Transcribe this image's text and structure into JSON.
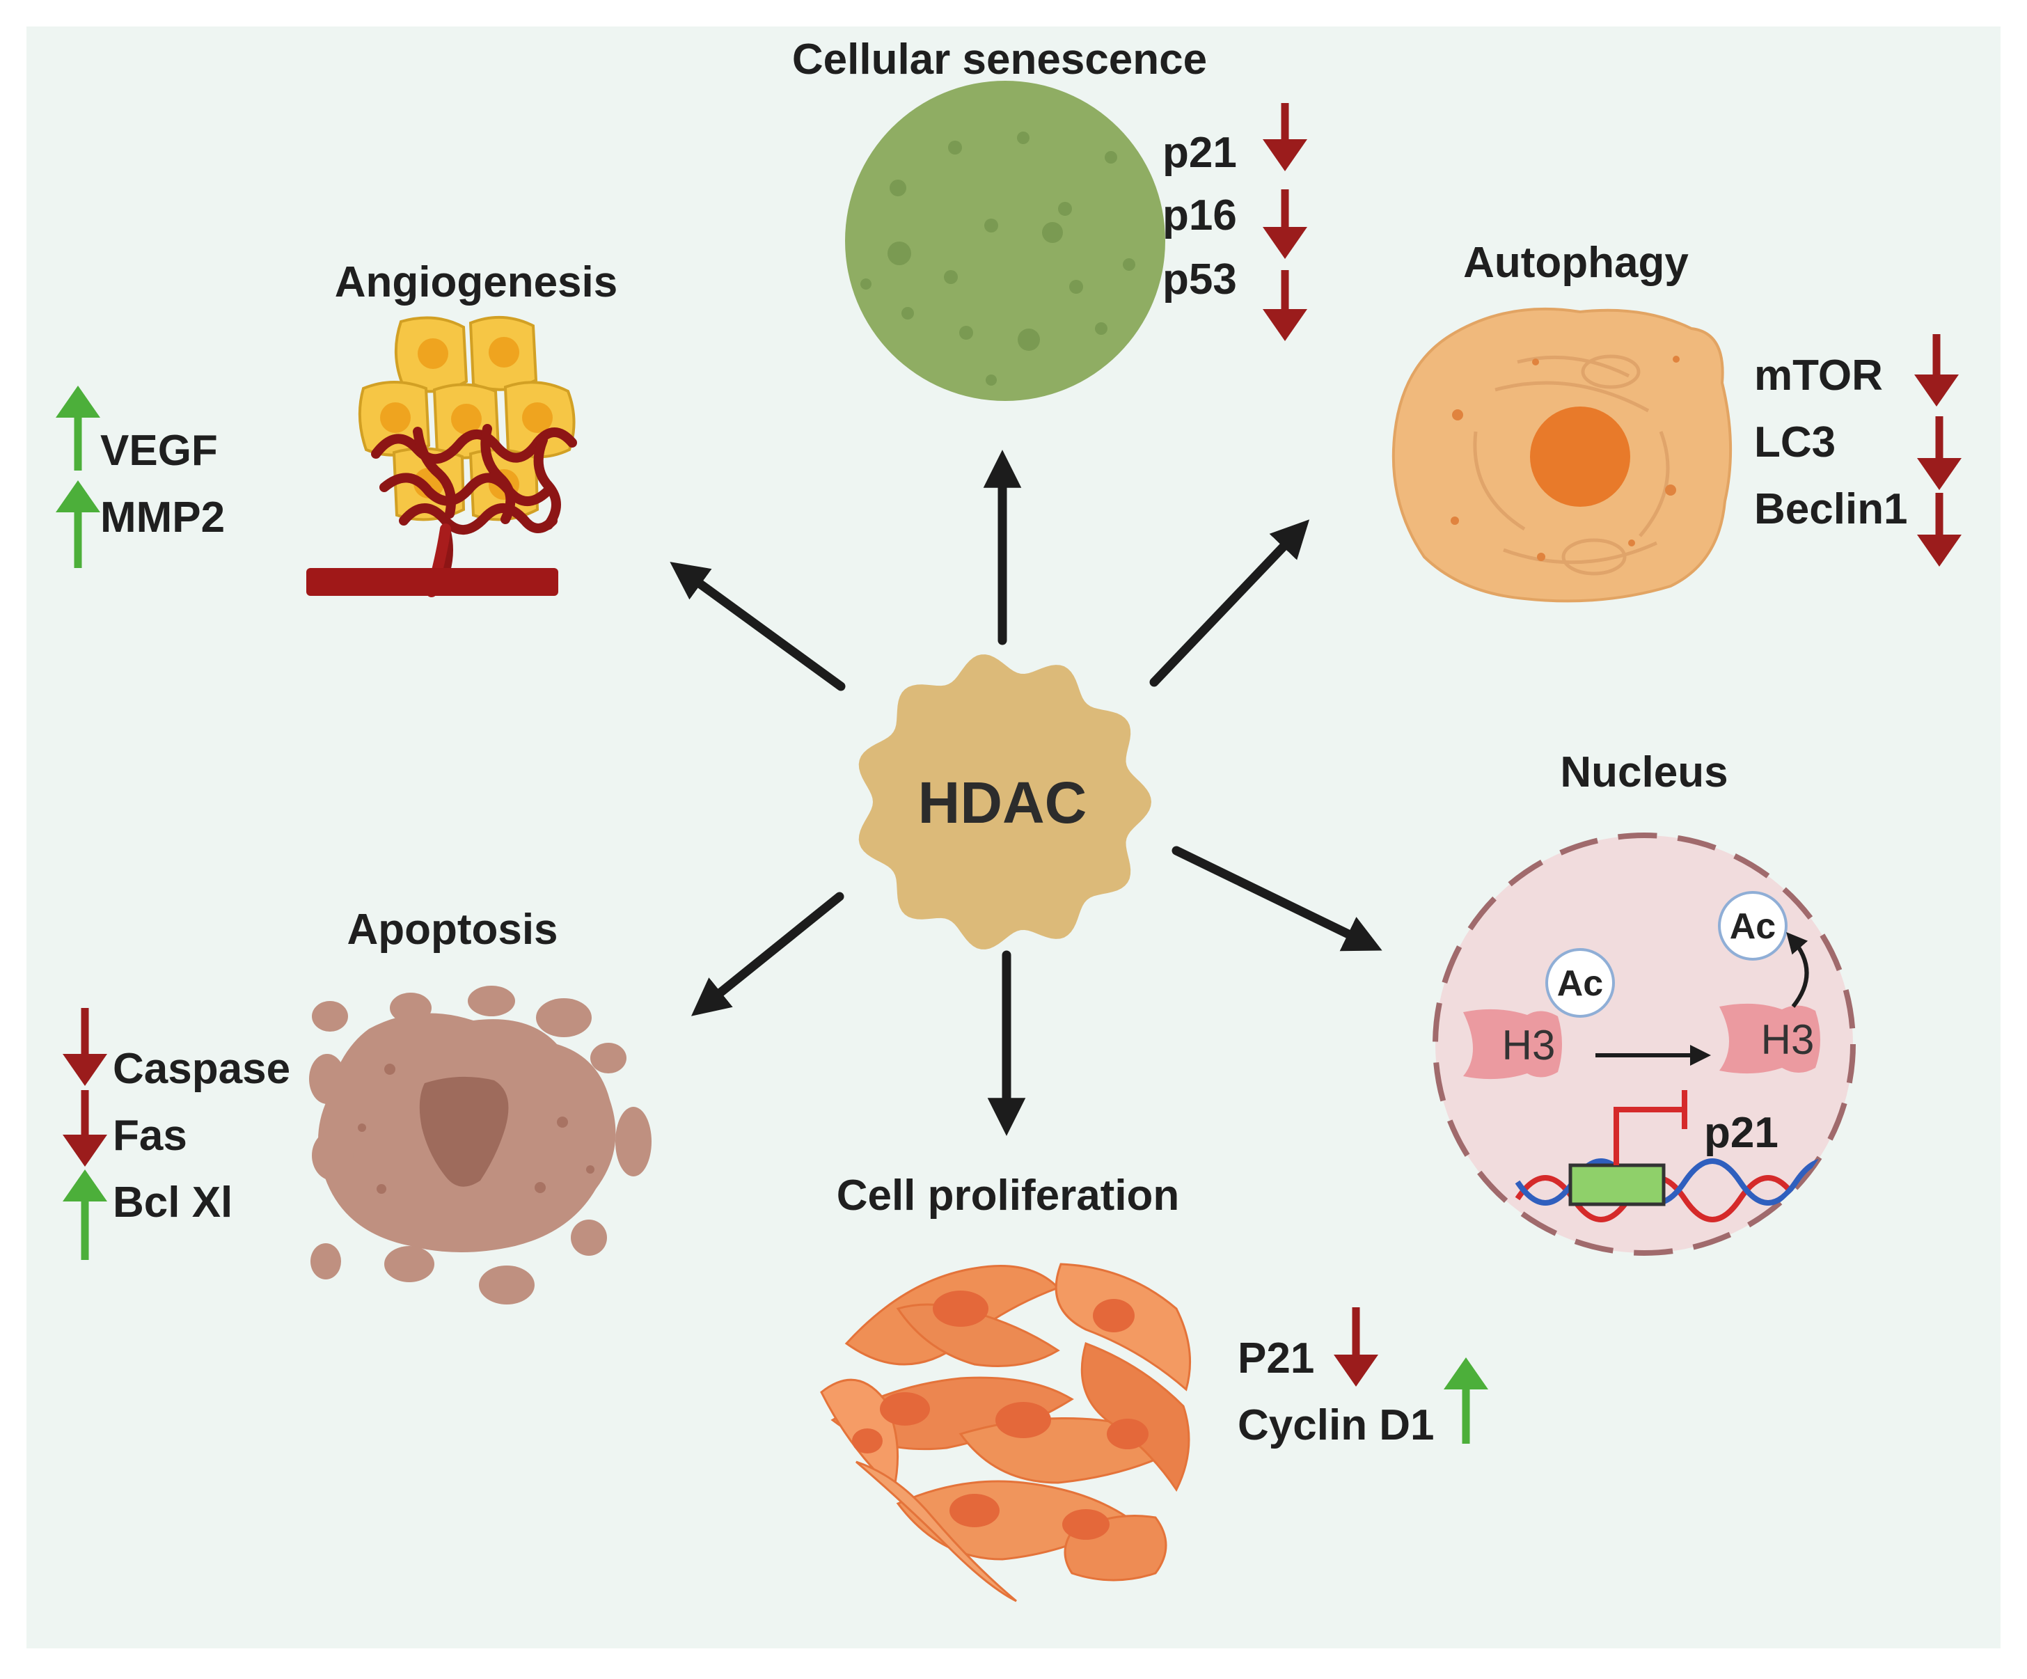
{
  "center": {
    "label": "HDAC"
  },
  "colors": {
    "background": "#eef5f2",
    "up_arrow": "#4caf3a",
    "down_arrow": "#9b1c1c",
    "connector": "#1c1c1c"
  },
  "processes": {
    "senescence": {
      "title": "Cellular senescence",
      "markers": [
        {
          "label": "p21",
          "direction": "down"
        },
        {
          "label": "p16",
          "direction": "down"
        },
        {
          "label": "p53",
          "direction": "down"
        }
      ]
    },
    "angiogenesis": {
      "title": "Angiogenesis",
      "markers": [
        {
          "label": "VEGF",
          "direction": "up"
        },
        {
          "label": "MMP2",
          "direction": "up"
        }
      ]
    },
    "autophagy": {
      "title": "Autophagy",
      "markers": [
        {
          "label": "mTOR",
          "direction": "down"
        },
        {
          "label": "LC3",
          "direction": "down"
        },
        {
          "label": "Beclin1",
          "direction": "down"
        }
      ]
    },
    "nucleus": {
      "title": "Nucleus",
      "acetyl_label": "Ac",
      "histone_label": "H3",
      "gene_label": "p21"
    },
    "apoptosis": {
      "title": "Apoptosis",
      "markers": [
        {
          "label": "Caspase",
          "direction": "down"
        },
        {
          "label": "Fas",
          "direction": "down"
        },
        {
          "label": "Bcl Xl",
          "direction": "up"
        }
      ]
    },
    "proliferation": {
      "title": "Cell proliferation",
      "markers": [
        {
          "label": "P21",
          "direction": "down"
        },
        {
          "label": "Cyclin D1",
          "direction": "up"
        }
      ]
    }
  }
}
